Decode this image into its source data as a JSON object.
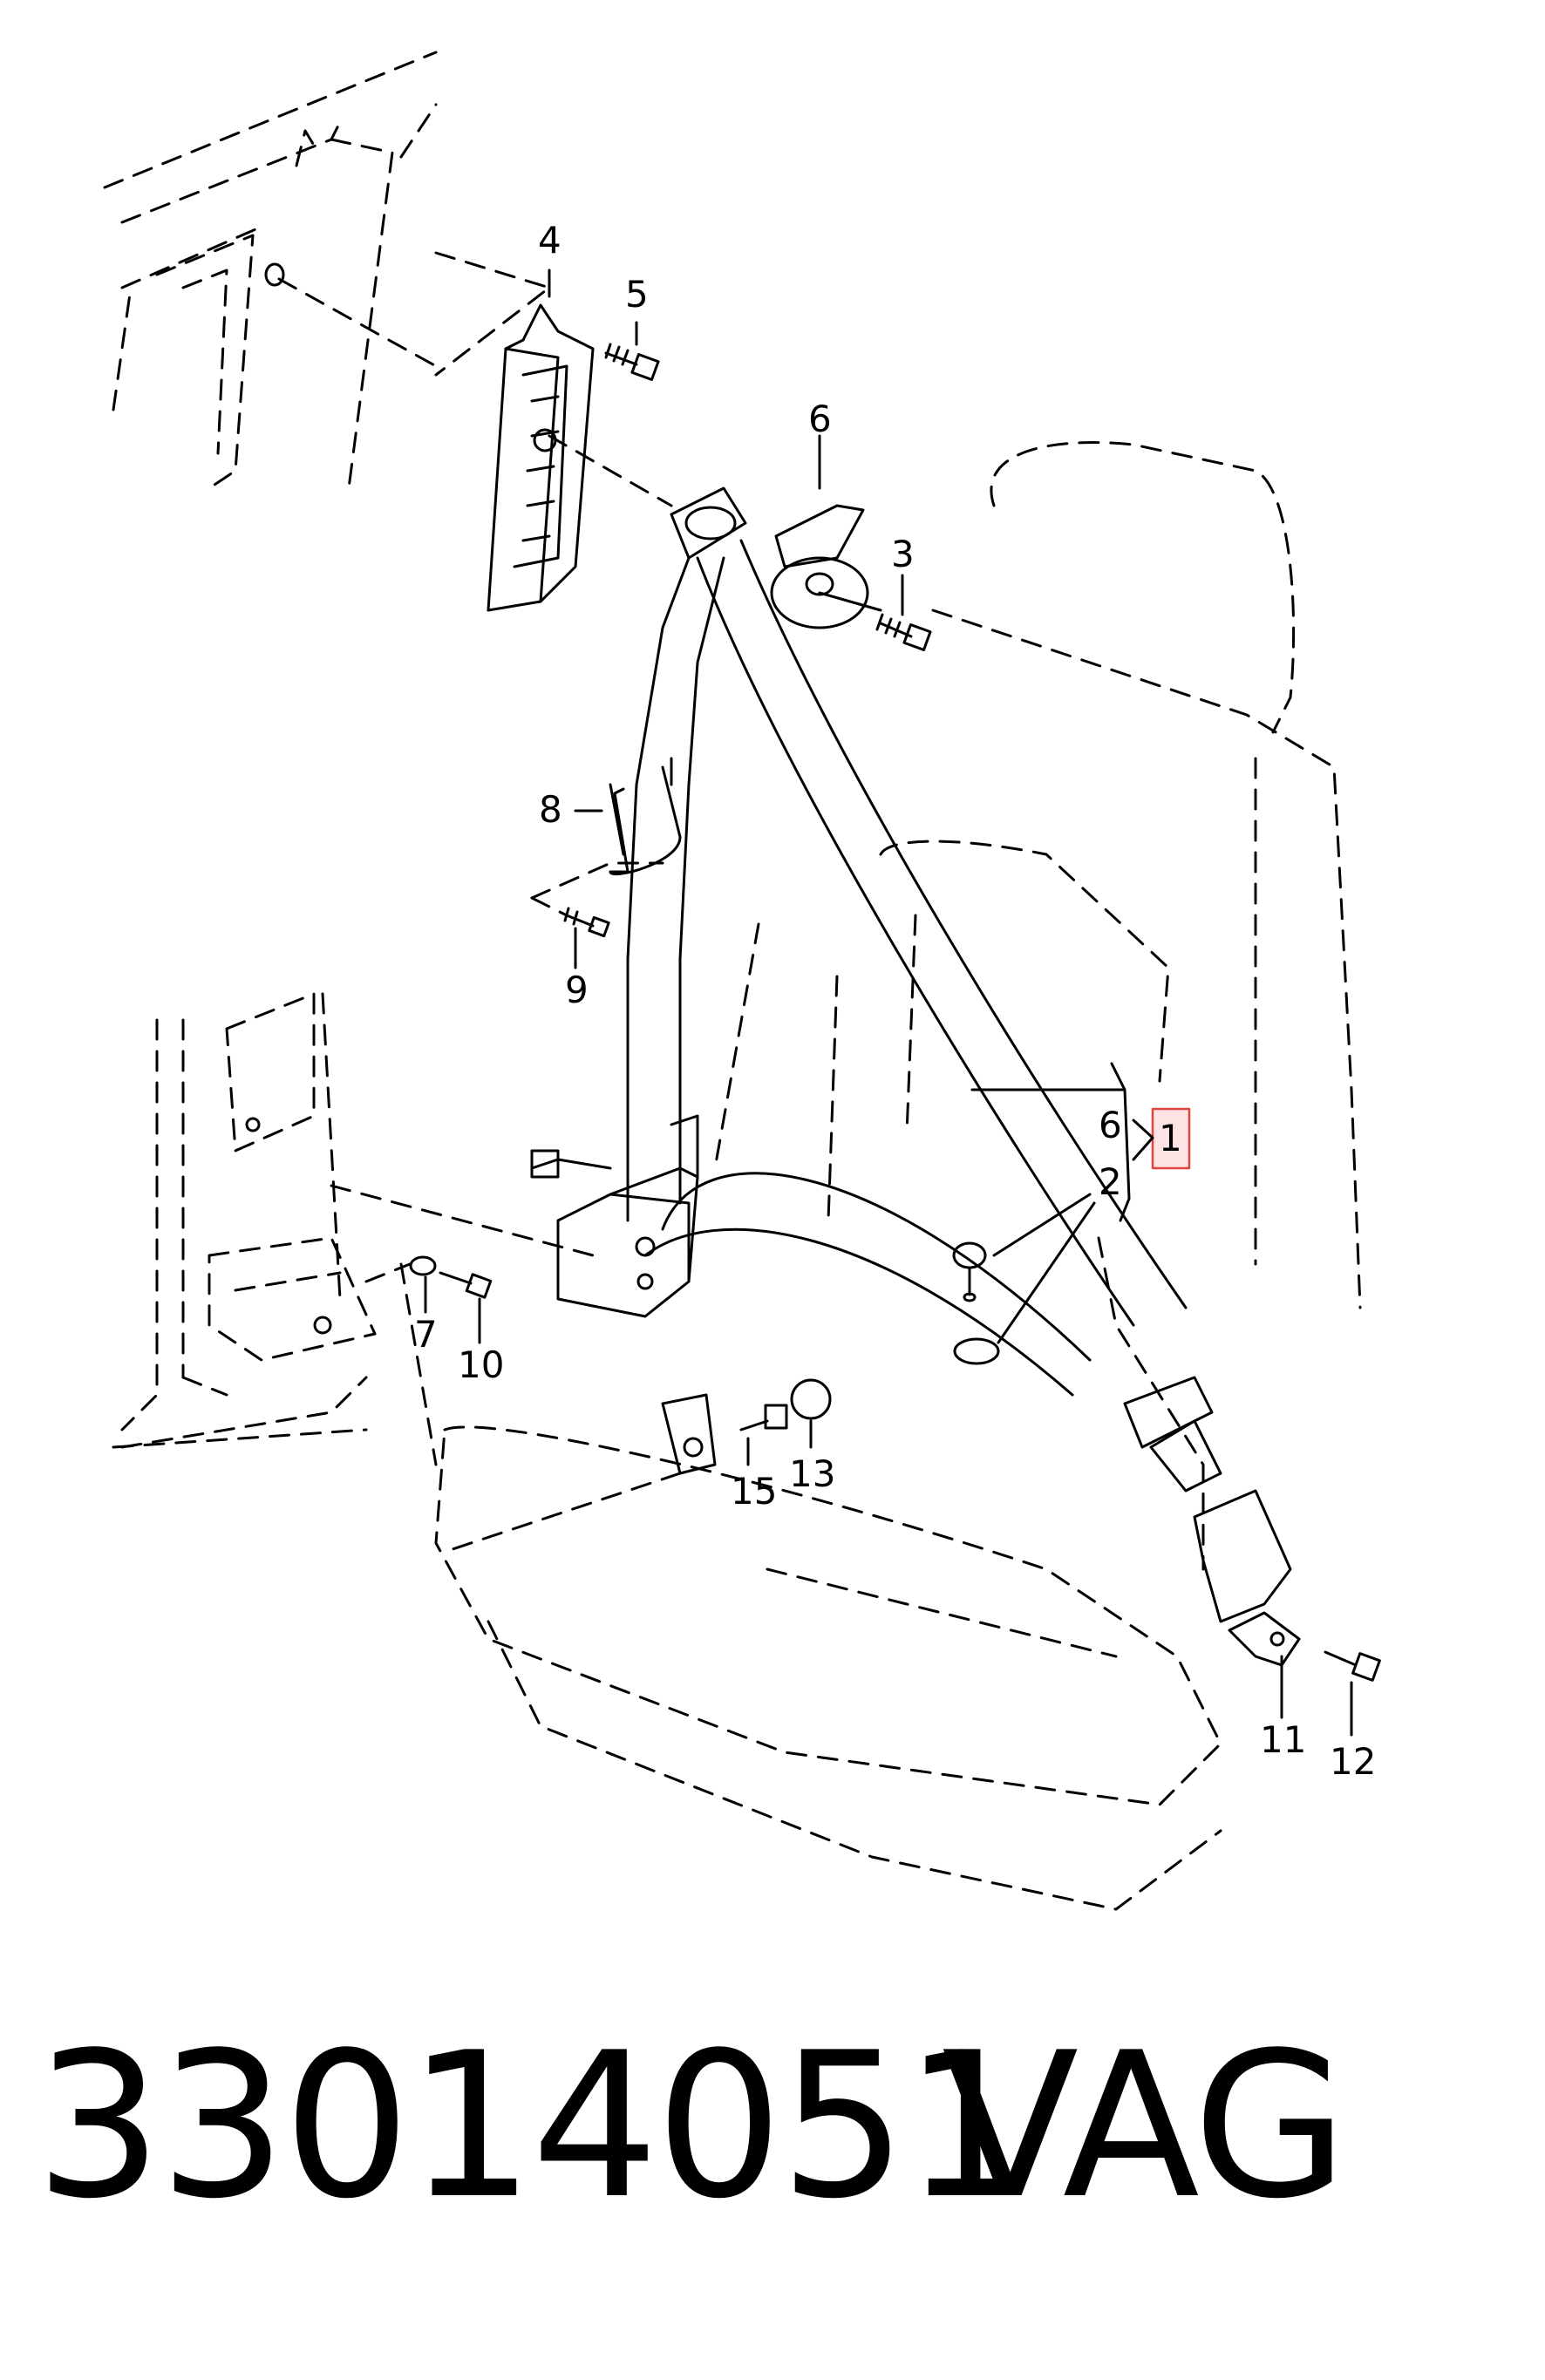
{
  "callouts": {
    "c1": "1",
    "c2": "2",
    "c3": "3",
    "c4": "4",
    "c5": "5",
    "c6a": "6",
    "c6b": "6",
    "c7": "7",
    "c8": "8",
    "c9": "9",
    "c10": "10",
    "c11": "11",
    "c12": "12",
    "c13": "13",
    "c15": "15"
  },
  "footer": {
    "part_number": "33014051",
    "brand": "VAG"
  },
  "colors": {
    "line": "#000000",
    "highlight_border": "#e0463f",
    "highlight_fill": "#fde3e3"
  }
}
